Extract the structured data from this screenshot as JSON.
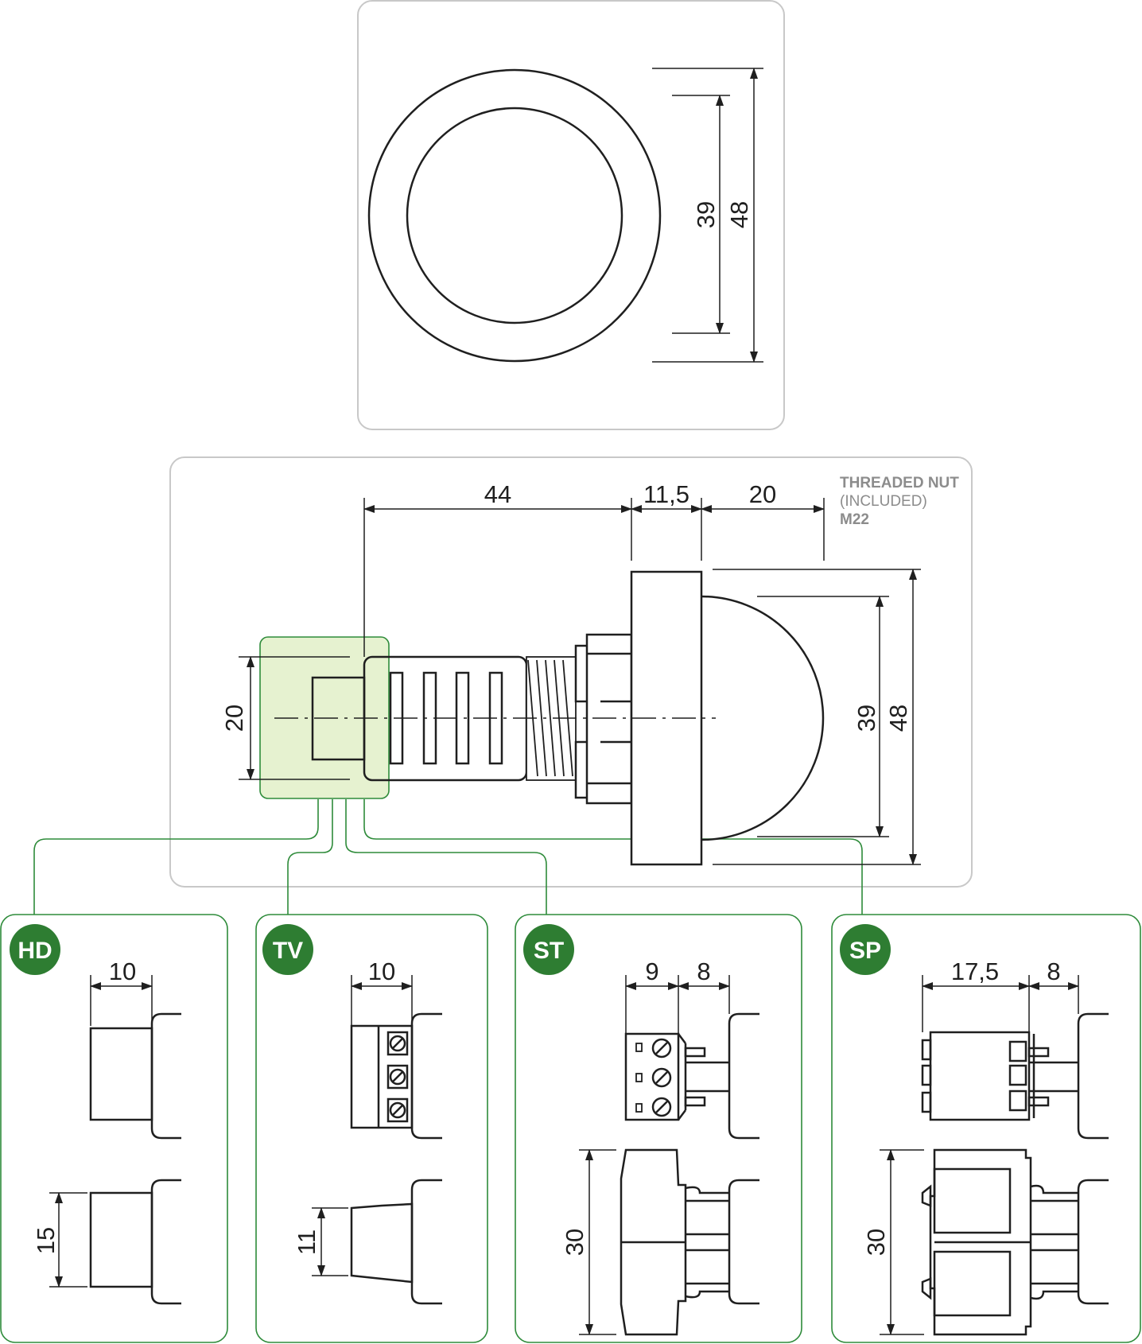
{
  "colors": {
    "line": "#1f1f1f",
    "frame": "#c8c8c8",
    "accent": "#2e7d32",
    "highlight_fill": "#e6f2d0",
    "highlight_stroke": "#2e8b3a",
    "note_text": "#8c8c8c"
  },
  "front_view": {
    "inner_diameter": "39",
    "outer_diameter": "48"
  },
  "side_view": {
    "body_length": "44",
    "flange_width": "11,5",
    "cap_depth": "20",
    "rear_height": "20",
    "cap_diameter": "39",
    "flange_diameter": "48",
    "note": {
      "line1": "THREADED NUT",
      "line2": "(INCLUDED)",
      "line3": "M22"
    }
  },
  "variants": [
    {
      "code": "HD",
      "top_dims": [
        "10"
      ],
      "bottom_dim": "15"
    },
    {
      "code": "TV",
      "top_dims": [
        "10"
      ],
      "bottom_dim": "11"
    },
    {
      "code": "ST",
      "top_dims": [
        "9",
        "8"
      ],
      "bottom_dim": "30"
    },
    {
      "code": "SP",
      "top_dims": [
        "17,5",
        "8"
      ],
      "bottom_dim": "30"
    }
  ]
}
